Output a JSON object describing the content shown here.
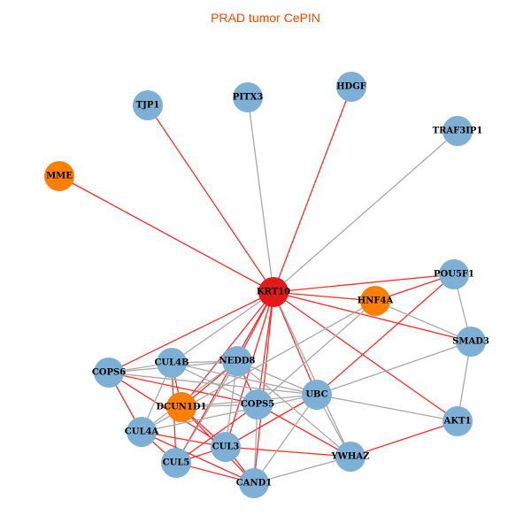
{
  "title": "PRAD tumor CePIN",
  "colors": {
    "hub": "#e31a1c",
    "highlight": "#ff7f00",
    "default": "#7eb0d5",
    "edge_red": "#ff2a2a",
    "edge_gray": "#a8a8a8"
  },
  "nodes": [
    {
      "id": "PITX3",
      "type": "default"
    },
    {
      "id": "HDGF",
      "type": "default"
    },
    {
      "id": "TJP1",
      "type": "default"
    },
    {
      "id": "TRAF3IP1",
      "type": "default"
    },
    {
      "id": "MME",
      "type": "highlight"
    },
    {
      "id": "KRT10",
      "type": "hub"
    },
    {
      "id": "HNF4A",
      "type": "highlight"
    },
    {
      "id": "POU5F1",
      "type": "default"
    },
    {
      "id": "SMAD3",
      "type": "default"
    },
    {
      "id": "AKT1",
      "type": "default"
    },
    {
      "id": "UBC",
      "type": "default"
    },
    {
      "id": "YWHAZ",
      "type": "default"
    },
    {
      "id": "COPS5",
      "type": "default"
    },
    {
      "id": "NEDD8",
      "type": "default"
    },
    {
      "id": "CUL4B",
      "type": "default"
    },
    {
      "id": "COPS6",
      "type": "default"
    },
    {
      "id": "DCUN1D1",
      "type": "highlight"
    },
    {
      "id": "CUL4A",
      "type": "default"
    },
    {
      "id": "CUL3",
      "type": "default"
    },
    {
      "id": "CUL5",
      "type": "default"
    },
    {
      "id": "CAND1",
      "type": "default"
    }
  ],
  "edges": [
    [
      "KRT10",
      "MME",
      "red"
    ],
    [
      "KRT10",
      "TJP1",
      "red"
    ],
    [
      "KRT10",
      "HDGF",
      "red"
    ],
    [
      "KRT10",
      "HNF4A",
      "red"
    ],
    [
      "KRT10",
      "POU5F1",
      "red"
    ],
    [
      "KRT10",
      "SMAD3",
      "red"
    ],
    [
      "KRT10",
      "AKT1",
      "red"
    ],
    [
      "KRT10",
      "COPS6",
      "red"
    ],
    [
      "KRT10",
      "NEDD8",
      "red"
    ],
    [
      "KRT10",
      "DCUN1D1",
      "red"
    ],
    [
      "KRT10",
      "COPS5",
      "red"
    ],
    [
      "KRT10",
      "CUL3",
      "red"
    ],
    [
      "KRT10",
      "CAND1",
      "red"
    ],
    [
      "KRT10",
      "UBC",
      "red"
    ],
    [
      "KRT10",
      "CUL5",
      "red"
    ],
    [
      "KRT10",
      "PITX3",
      "gray"
    ],
    [
      "KRT10",
      "TRAF3IP1",
      "gray"
    ],
    [
      "KRT10",
      "CUL4B",
      "gray"
    ],
    [
      "KRT10",
      "YWHAZ",
      "gray"
    ],
    [
      "HNF4A",
      "POU5F1",
      "red"
    ],
    [
      "UBC",
      "POU5F1",
      "red"
    ],
    [
      "AKT1",
      "YWHAZ",
      "red"
    ],
    [
      "COPS6",
      "CUL4A",
      "red"
    ],
    [
      "COPS6",
      "COPS5",
      "red"
    ],
    [
      "COPS6",
      "CUL3",
      "red"
    ],
    [
      "CUL4B",
      "DCUN1D1",
      "red"
    ],
    [
      "DCUN1D1",
      "CUL3",
      "red"
    ],
    [
      "DCUN1D1",
      "CAND1",
      "red"
    ],
    [
      "CUL4A",
      "CUL5",
      "red"
    ],
    [
      "CUL4A",
      "CAND1",
      "red"
    ],
    [
      "CUL4A",
      "CUL3",
      "red"
    ],
    [
      "CUL5",
      "CUL3",
      "red"
    ],
    [
      "CUL3",
      "CAND1",
      "red"
    ],
    [
      "CUL3",
      "YWHAZ",
      "red"
    ],
    [
      "CUL5",
      "CAND1",
      "red"
    ],
    [
      "NEDD8",
      "COPS5",
      "red"
    ],
    [
      "UBC",
      "CUL3",
      "red"
    ],
    [
      "COPS5",
      "YWHAZ",
      "red"
    ],
    [
      "NEDD8",
      "DCUN1D1",
      "red"
    ],
    [
      "CUL4B",
      "CUL5",
      "red"
    ],
    [
      "CUL5",
      "COPS5",
      "red"
    ],
    [
      "POU5F1",
      "SMAD3",
      "gray"
    ],
    [
      "SMAD3",
      "AKT1",
      "gray"
    ],
    [
      "SMAD3",
      "UBC",
      "gray"
    ],
    [
      "HNF4A",
      "SMAD3",
      "gray"
    ],
    [
      "HNF4A",
      "COPS5",
      "gray"
    ],
    [
      "HNF4A",
      "CUL4A",
      "gray"
    ],
    [
      "UBC",
      "AKT1",
      "gray"
    ],
    [
      "UBC",
      "YWHAZ",
      "gray"
    ],
    [
      "CAND1",
      "YWHAZ",
      "gray"
    ],
    [
      "CAND1",
      "UBC",
      "gray"
    ],
    [
      "CUL4B",
      "NEDD8",
      "gray"
    ],
    [
      "COPS6",
      "CUL4B",
      "gray"
    ],
    [
      "COPS6",
      "NEDD8",
      "gray"
    ],
    [
      "COPS6",
      "UBC",
      "gray"
    ],
    [
      "DCUN1D1",
      "UBC",
      "gray"
    ],
    [
      "DCUN1D1",
      "COPS5",
      "gray"
    ],
    [
      "NEDD8",
      "UBC",
      "gray"
    ],
    [
      "NEDD8",
      "YWHAZ",
      "gray"
    ],
    [
      "CUL4A",
      "NEDD8",
      "gray"
    ],
    [
      "CUL4A",
      "UBC",
      "gray"
    ],
    [
      "CUL5",
      "NEDD8",
      "gray"
    ],
    [
      "CUL3",
      "NEDD8",
      "gray"
    ],
    [
      "CUL4B",
      "COPS5",
      "gray"
    ],
    [
      "CUL4A",
      "CUL4B",
      "gray"
    ],
    [
      "COPS5",
      "CAND1",
      "gray"
    ],
    [
      "CUL4B",
      "UBC",
      "gray"
    ]
  ]
}
